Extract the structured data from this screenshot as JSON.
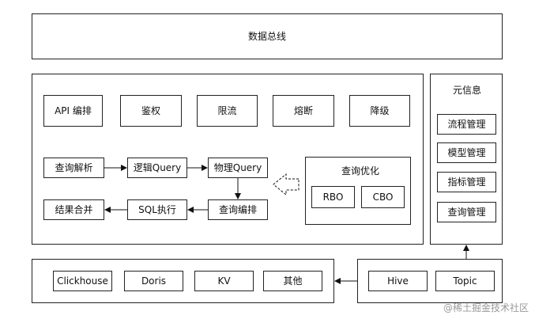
{
  "data_bus": "数据总线",
  "service": {
    "top_row": [
      "API 编排",
      "鉴权",
      "限流",
      "熔断",
      "降级"
    ],
    "flow": {
      "parse": "查询解析",
      "logic": "逻辑Query",
      "physical": "物理Query",
      "orchestrate": "查询编排",
      "sql_exec": "SQL执行",
      "merge": "结果合并"
    },
    "optimizer": {
      "title": "查询优化",
      "rbo": "RBO",
      "cbo": "CBO"
    }
  },
  "meta": {
    "title": "元信息",
    "items": [
      "流程管理",
      "模型管理",
      "指标管理",
      "查询管理"
    ]
  },
  "storage": [
    "Clickhouse",
    "Doris",
    "KV",
    "其他"
  ],
  "sources": [
    "Hive",
    "Topic"
  ],
  "watermark": "@稀土掘金技术社区"
}
